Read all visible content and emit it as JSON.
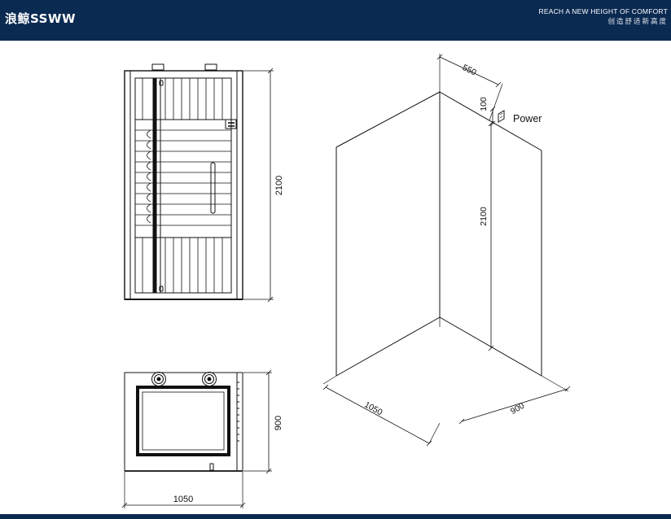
{
  "brand": {
    "logo_text": "浪鲸SSWW"
  },
  "slogan": {
    "en": "REACH A NEW HEIGHT OF COMFORT",
    "zh": "创造舒适新高度"
  },
  "dimensions": {
    "front_height": "2100",
    "top_depth": "900",
    "top_width": "1050",
    "iso_depth_top": "550",
    "iso_power_offset": "100",
    "iso_height": "2100",
    "iso_width": "1050",
    "iso_depth": "900"
  },
  "labels": {
    "power": "Power"
  },
  "colors": {
    "header_bg": "#0b2a52",
    "line": "#111111"
  }
}
